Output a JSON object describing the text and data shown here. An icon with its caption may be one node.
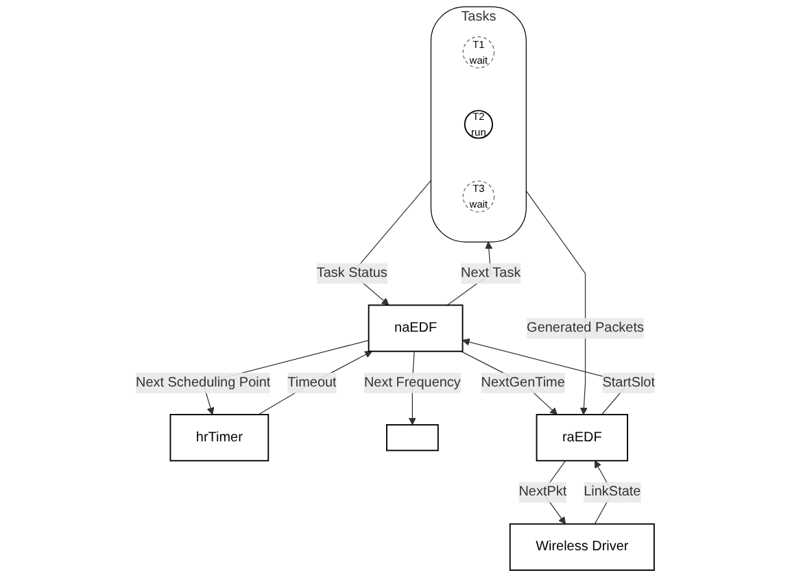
{
  "diagram": {
    "nodes": [
      {
        "text": [
          "hrTimer"
        ]
      },
      {
        "text": [
          "naEDF"
        ]
      },
      {
        "text": [],
        "shape": "box"
      },
      {
        "text": [
          "Tasks"
        ]
      },
      {
        "text": [
          "T1",
          "wait"
        ],
        "in": 3
      },
      {
        "text": [
          "T2",
          "run"
        ],
        "in": 3
      },
      {
        "text": [
          "T3",
          "wait"
        ],
        "in": 3
      },
      {
        "text": [
          "raEDF"
        ]
      },
      {
        "text": [
          "Wireless Driver"
        ]
      }
    ],
    "edges": [
      {
        "from": 0,
        "to": 1,
        "arrow": "to",
        "label": "Timeout"
      },
      {
        "from": 1,
        "to": 0,
        "arrow": "to",
        "label": "Next Scheduling Point"
      },
      {
        "from": 1,
        "to": 2,
        "arrow": "to",
        "label": "Next Frequency"
      },
      {
        "from": 3,
        "to": 1,
        "arrow": "to",
        "label": "Task Status"
      },
      {
        "from": 1,
        "to": 3,
        "arrow": "to",
        "label": "Next Task"
      },
      {
        "from": 1,
        "to": 7,
        "arrow": "to",
        "label": "NextGenTime"
      },
      {
        "from": 7,
        "to": 1,
        "arrow": "to",
        "label": "StartSlot"
      },
      {
        "from": 3,
        "to": 7,
        "arrow": "to",
        "label": "Generated Packets"
      },
      {
        "from": 8,
        "to": 7,
        "arrow": "to",
        "label": "LinkState"
      },
      {
        "from": 7,
        "to": 8,
        "arrow": "to",
        "label": "NextPkt"
      }
    ]
  }
}
